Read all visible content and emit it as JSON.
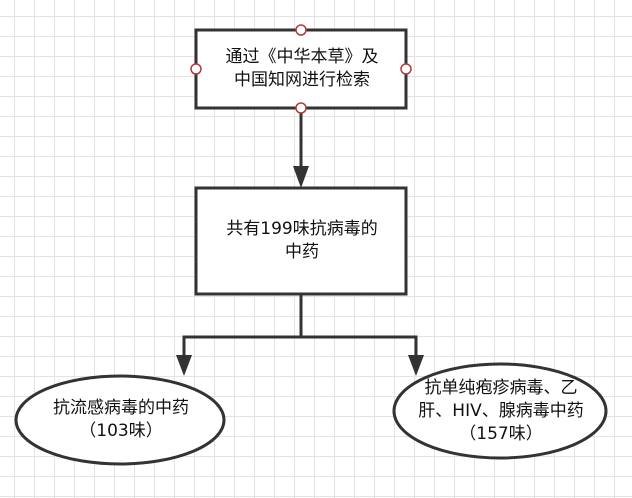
{
  "diagram": {
    "nodes": [
      {
        "id": "search",
        "shape": "rect",
        "text": "通过《中华本草》及中国知网进行检索",
        "selected": true
      },
      {
        "id": "total",
        "shape": "rect",
        "text": "共有199味抗病毒的中药"
      },
      {
        "id": "influenza",
        "shape": "ellipse",
        "text": "抗流感病毒的中药（103味）"
      },
      {
        "id": "other",
        "shape": "ellipse",
        "text": "抗单纯疱疹病毒、乙肝、HIV、腺病毒中药（157味）"
      }
    ],
    "edges": [
      {
        "from": "search",
        "to": "total"
      },
      {
        "from": "total",
        "to": "influenza"
      },
      {
        "from": "total",
        "to": "other"
      }
    ]
  },
  "colors": {
    "stroke": "#333333",
    "selection_handle": "#b03a3a",
    "grid": "#e3e3e3",
    "background": "#ffffff"
  }
}
